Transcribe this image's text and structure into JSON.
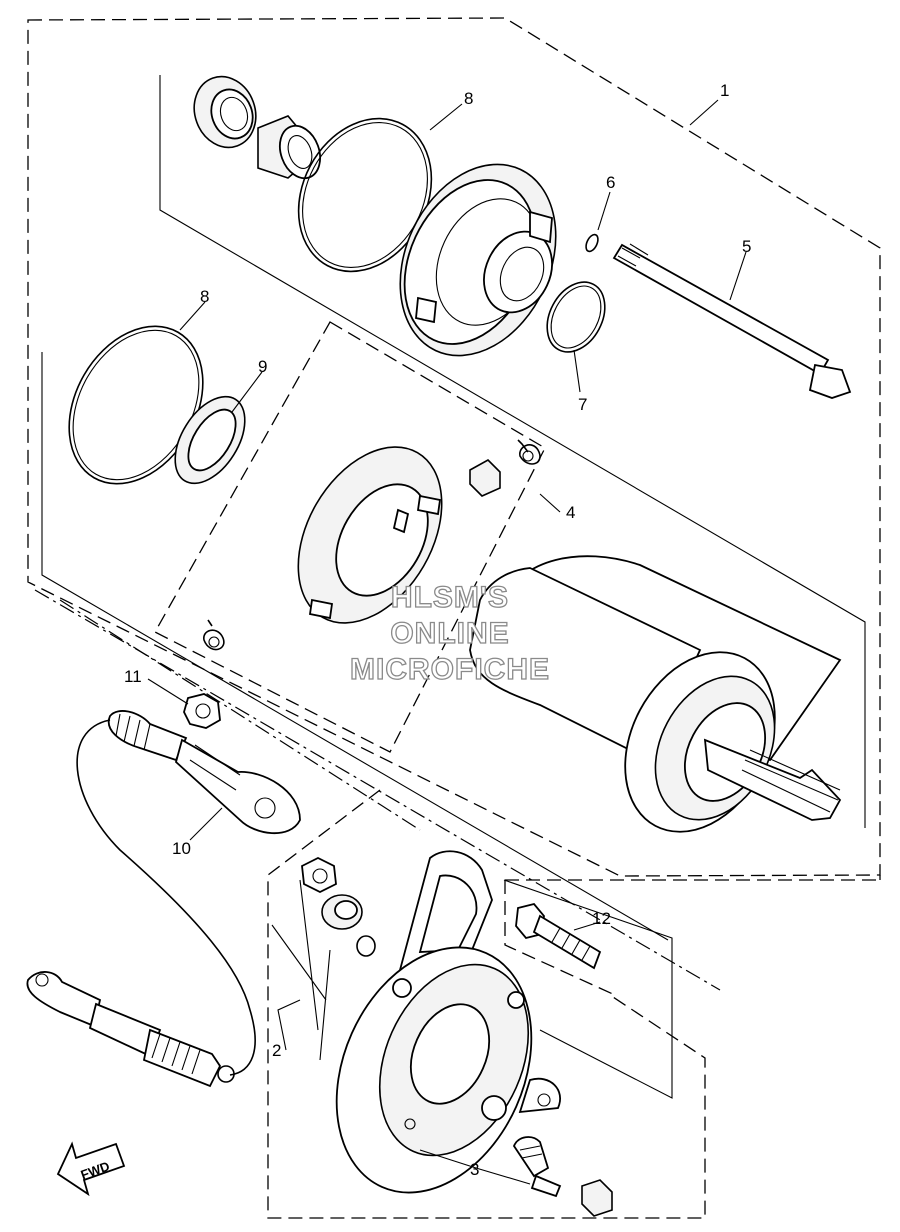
{
  "callouts": {
    "c1": "1",
    "c2": "2",
    "c3": "3",
    "c4": "4",
    "c5": "5",
    "c6": "6",
    "c7": "7",
    "c8a": "8",
    "c8b": "8",
    "c9": "9",
    "c10": "10",
    "c11": "11",
    "c12": "12"
  },
  "watermark": {
    "line1": "HLSM'S",
    "line2": "ONLINE",
    "line3": "MICROFICHE"
  },
  "direction_arrow": {
    "label": "FWD"
  }
}
